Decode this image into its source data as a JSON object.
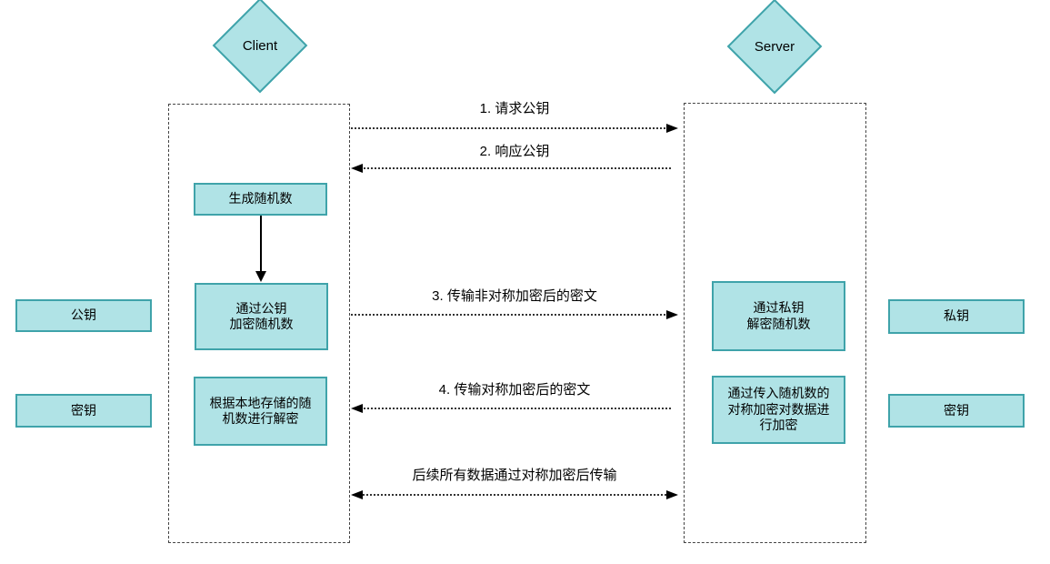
{
  "actors": {
    "client": "Client",
    "server": "Server"
  },
  "client_steps": {
    "generate_random": "生成随机数",
    "encrypt_random_with_public_key": "通过公钥\n加密随机数",
    "decrypt_with_local_random": "根据本地存储的随\n机数进行解密"
  },
  "server_steps": {
    "decrypt_random_with_private_key": "通过私钥\n解密随机数",
    "symmetric_encrypt_with_random": "通过传入随机数的\n对称加密对数据进\n行加密"
  },
  "keys": {
    "client_public_key": "公钥",
    "client_secret_key": "密钥",
    "server_private_key": "私钥",
    "server_secret_key": "密钥"
  },
  "messages": [
    {
      "label": "1. 请求公钥",
      "direction": "right"
    },
    {
      "label": "2. 响应公钥",
      "direction": "left"
    },
    {
      "label": "3. 传输非对称加密后的密文",
      "direction": "right"
    },
    {
      "label": "4. 传输对称加密后的密文",
      "direction": "left"
    },
    {
      "label": "后续所有数据通过对称加密后传输",
      "direction": "both"
    }
  ],
  "colors": {
    "shape_fill": "#b0e3e6",
    "shape_stroke": "#3fa3aa"
  }
}
